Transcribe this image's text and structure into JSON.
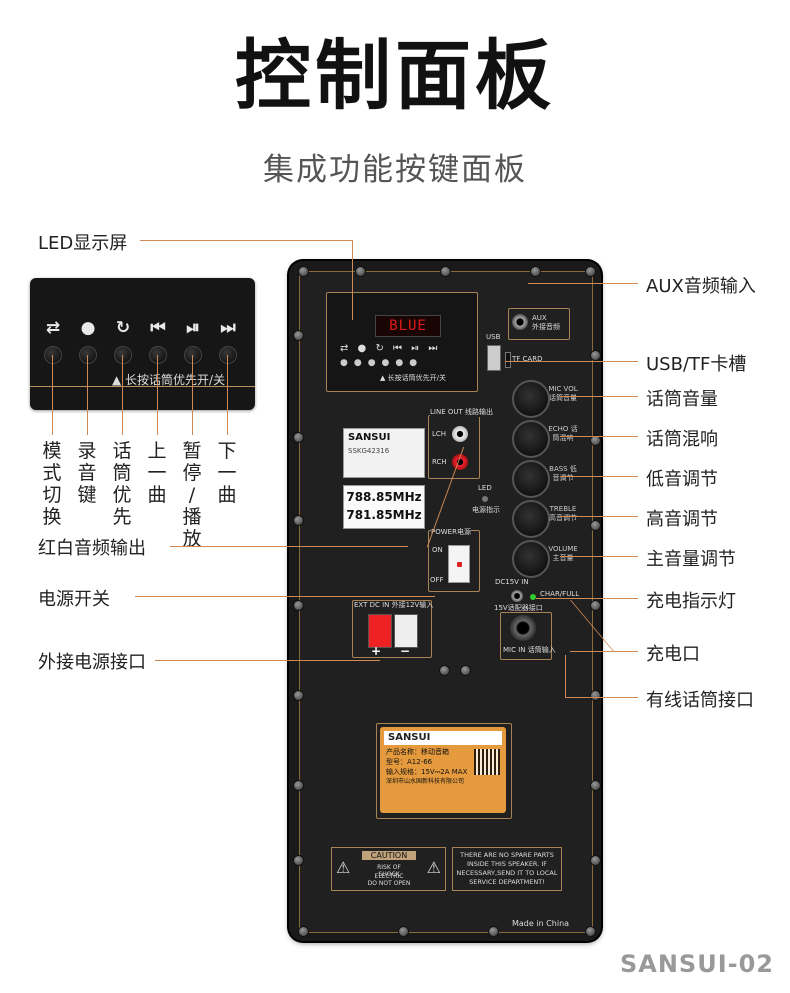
{
  "title": "控制面板",
  "subtitle": "集成功能按键面板",
  "callouts_left": {
    "led": "LED显示屏",
    "rca": "红白音频输出",
    "power_switch": "电源开关",
    "ext_power": "外接电源接口"
  },
  "callouts_right": {
    "aux": "AUX音频输入",
    "usb_tf": "USB/TF卡槽",
    "mic_vol": "话筒音量",
    "echo": "话筒混响",
    "bass": "低音调节",
    "treble": "高音调节",
    "volume": "主音量调节",
    "charge_led": "充电指示灯",
    "charge_port": "充电口",
    "mic_in": "有线话筒接口"
  },
  "inset": {
    "icons": [
      "⇄",
      "●",
      "↻",
      "⏮",
      "⏯",
      "⏭"
    ],
    "tip": "▲ 长按话筒优先开/关"
  },
  "button_labels": [
    "模式切换",
    "录音键",
    "话筒优先",
    "上一曲",
    "暂停/播放",
    "下一曲"
  ],
  "panel": {
    "led_text": "BLUE",
    "aux_label": "AUX\n外接音频",
    "usb_label": "USB",
    "tf_label": "TF CARD",
    "line_out": "LINE OUT 线路输出",
    "lch": "LCH",
    "rch": "RCH",
    "led_label": "LED",
    "led_sub": "电源指示",
    "freq1": "788.85MHz",
    "freq2": "781.85MHz",
    "card_brand": "SANSUI",
    "card_code": "SSKG42316",
    "power_label": "POWER电源",
    "on": "ON",
    "off": "OFF",
    "dc15v": "DC15V IN",
    "char_full": "CHAR/FULL",
    "charge_adapter": "15V适配器接口",
    "mic_in_label": "MIC IN 话筒输入",
    "ext_dc": "EXT DC IN 外接12V输入",
    "plus": "+",
    "minus": "−",
    "knobs": [
      "MIC VOL 话筒音量",
      "ECHO 话筒混响",
      "BASS 低音调节",
      "TREBLE 高音调节",
      "VOLUME 主音量"
    ],
    "label_brand": "SANSUI",
    "label_product": "产品名称：移动音箱",
    "label_model": "型号：A12-66",
    "label_input": "输入规格：15V⎓2A  MAX",
    "label_mfr": "深圳市山水国新科技有限公司",
    "caution_title": "CAUTION",
    "caution_line1": "RISK OF ELECTRIC",
    "caution_line2": "SHOCK",
    "caution_line3": "DO NOT OPEN",
    "warn_text": "THERE ARE NO SPARE PARTS INSIDE THIS SPEAKER. IF NECESSARY,SEND IT TO LOCAL SERVICE DEPARTMENT!",
    "made_in": "Made in China"
  },
  "brand_mark": "SANSUI-02",
  "colors": {
    "accent_line": "#d08a55",
    "led_red": "#e01a1a",
    "label_orange": "#e59a3d",
    "gold_trim": "#a88355"
  }
}
